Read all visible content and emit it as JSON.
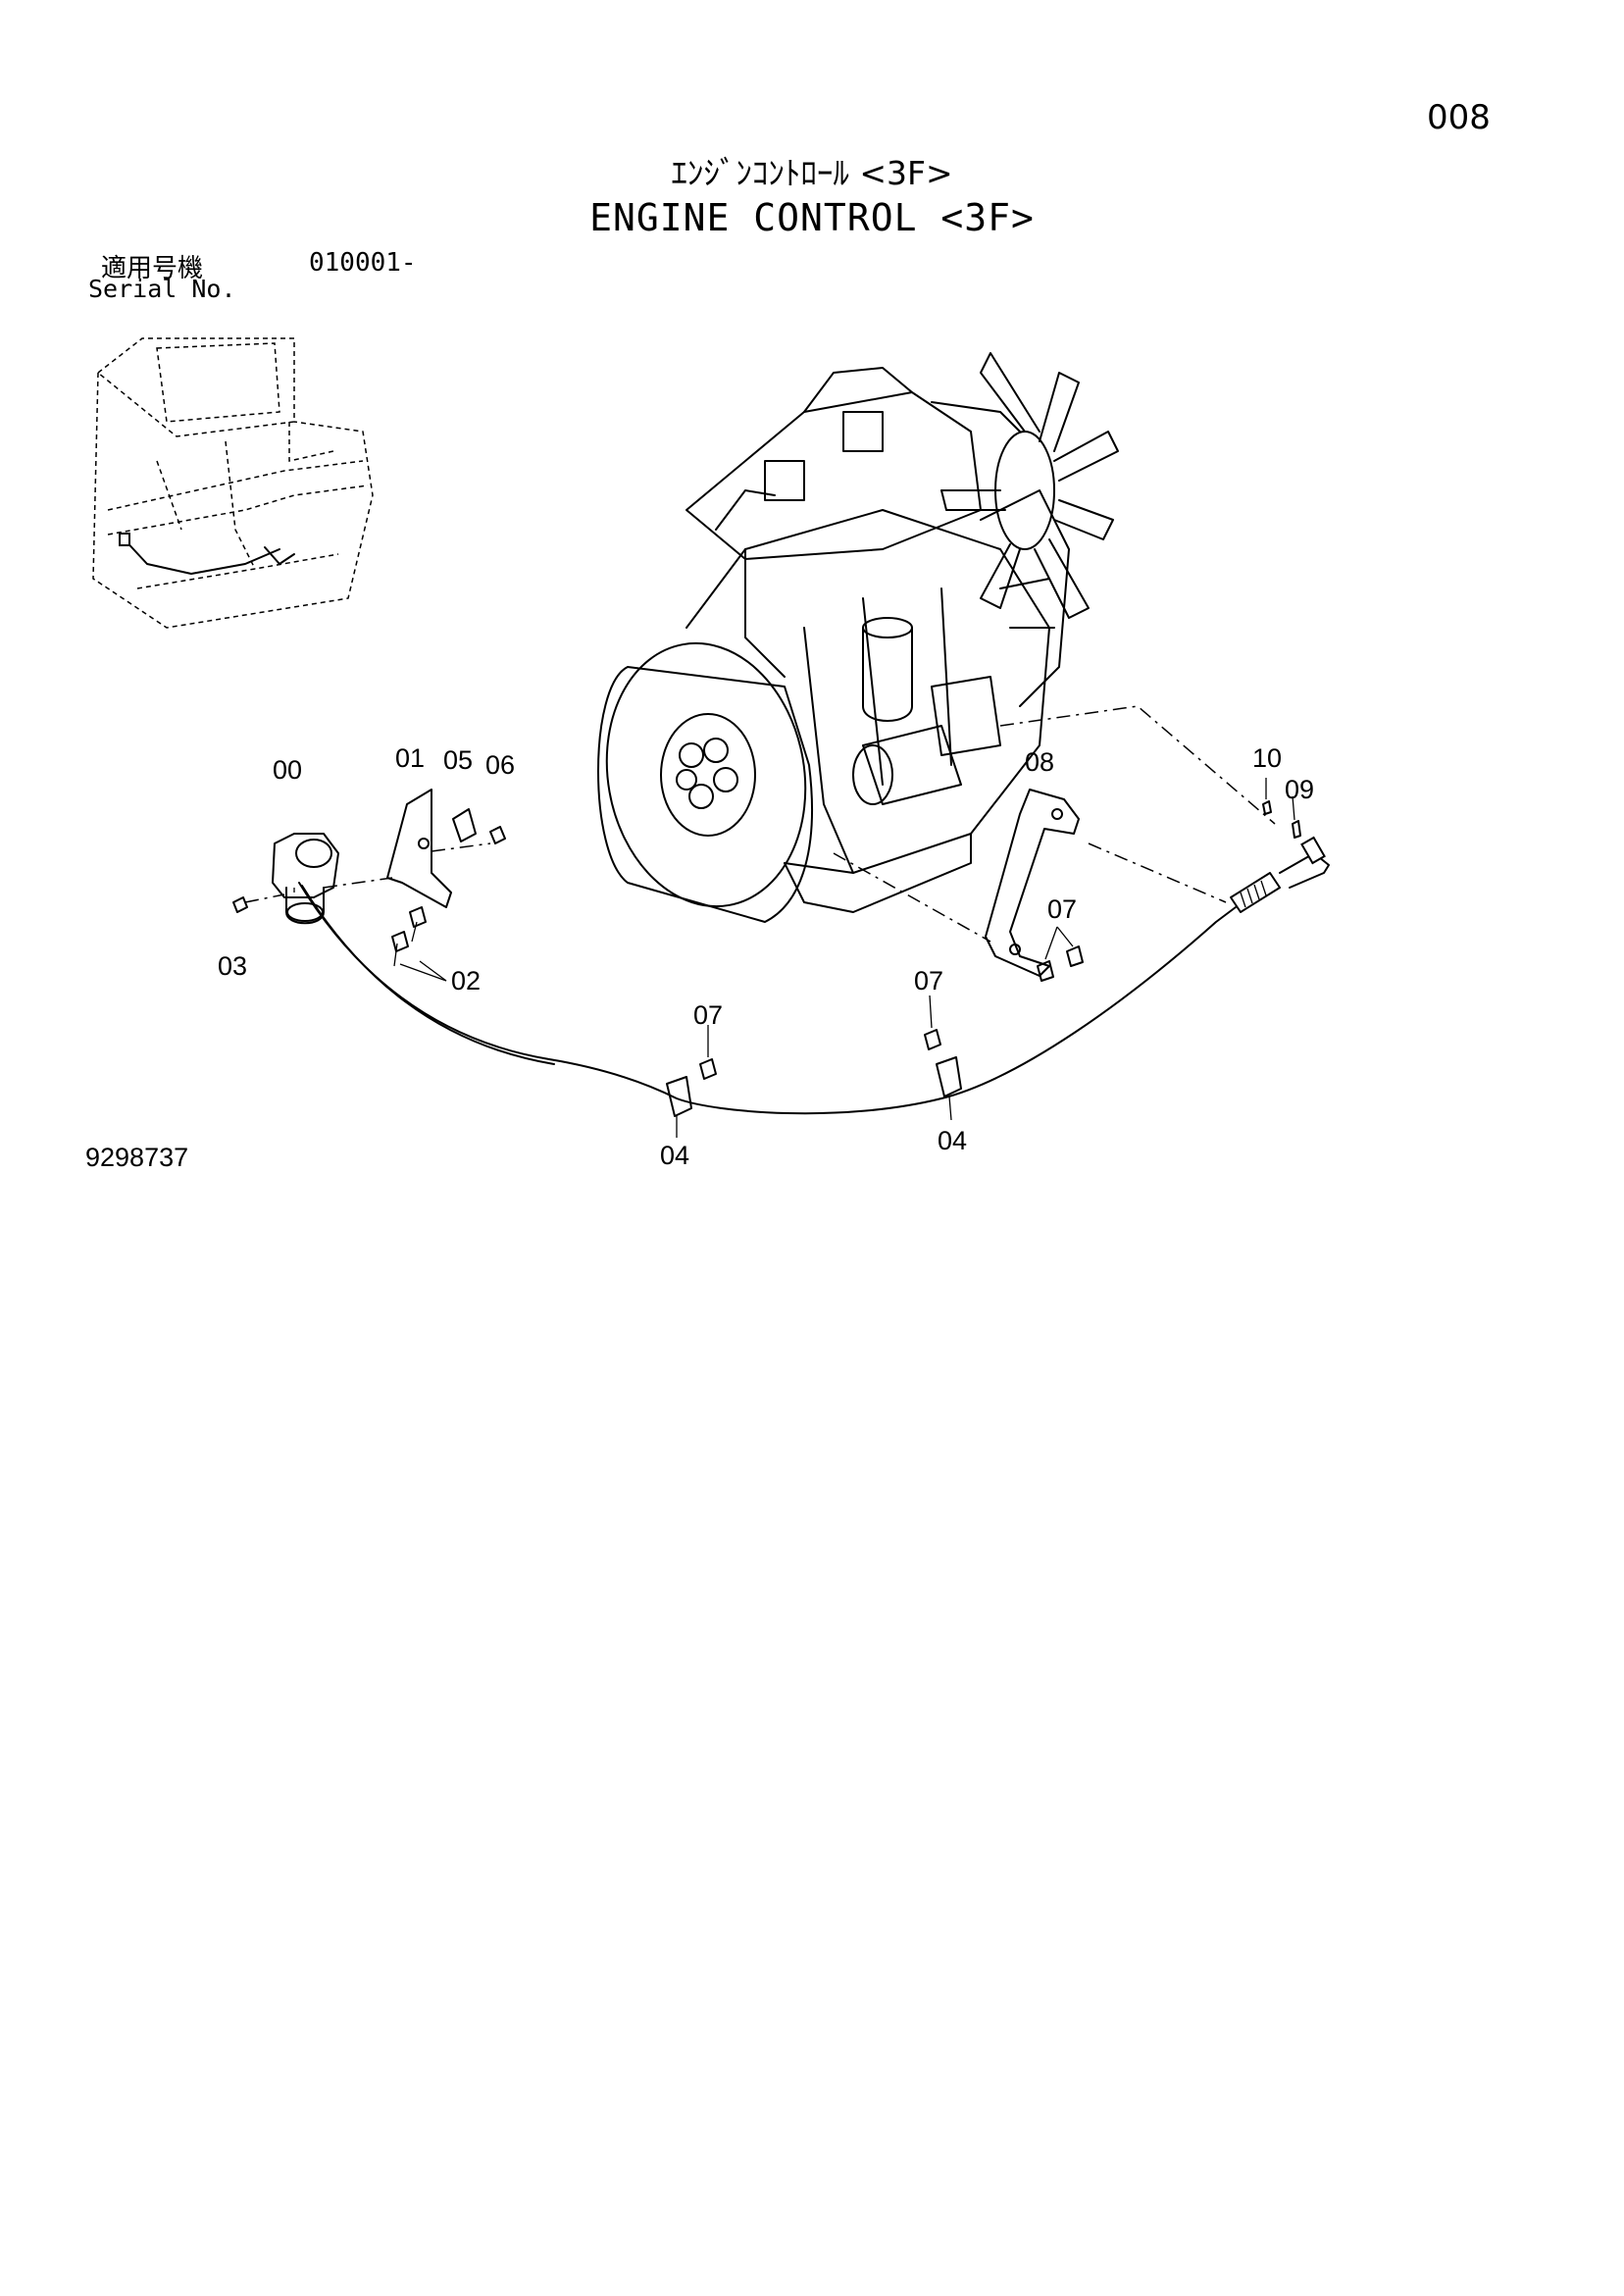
{
  "page_number": "008",
  "title_jp": "ｴﾝｼﾞﾝｺﾝﾄﾛｰﾙ <3F>",
  "title_en": "ENGINE CONTROL <3F>",
  "serial": {
    "label_jp": "適用号機",
    "value": "010001-",
    "label_en": "Serial No."
  },
  "drawing_number": "9298737",
  "callouts": {
    "c00": "00",
    "c01": "01",
    "c05": "05",
    "c06": "06",
    "c03": "03",
    "c02": "02",
    "c08": "08",
    "c10": "10",
    "c09": "09",
    "c07_bracket": "07",
    "c07_right_clamp": "07",
    "c07_left_clamp": "07",
    "c04_left": "04",
    "c04_right": "04"
  },
  "figure": {
    "main": "engine-assembly",
    "inset": "machine-cab-overview"
  }
}
